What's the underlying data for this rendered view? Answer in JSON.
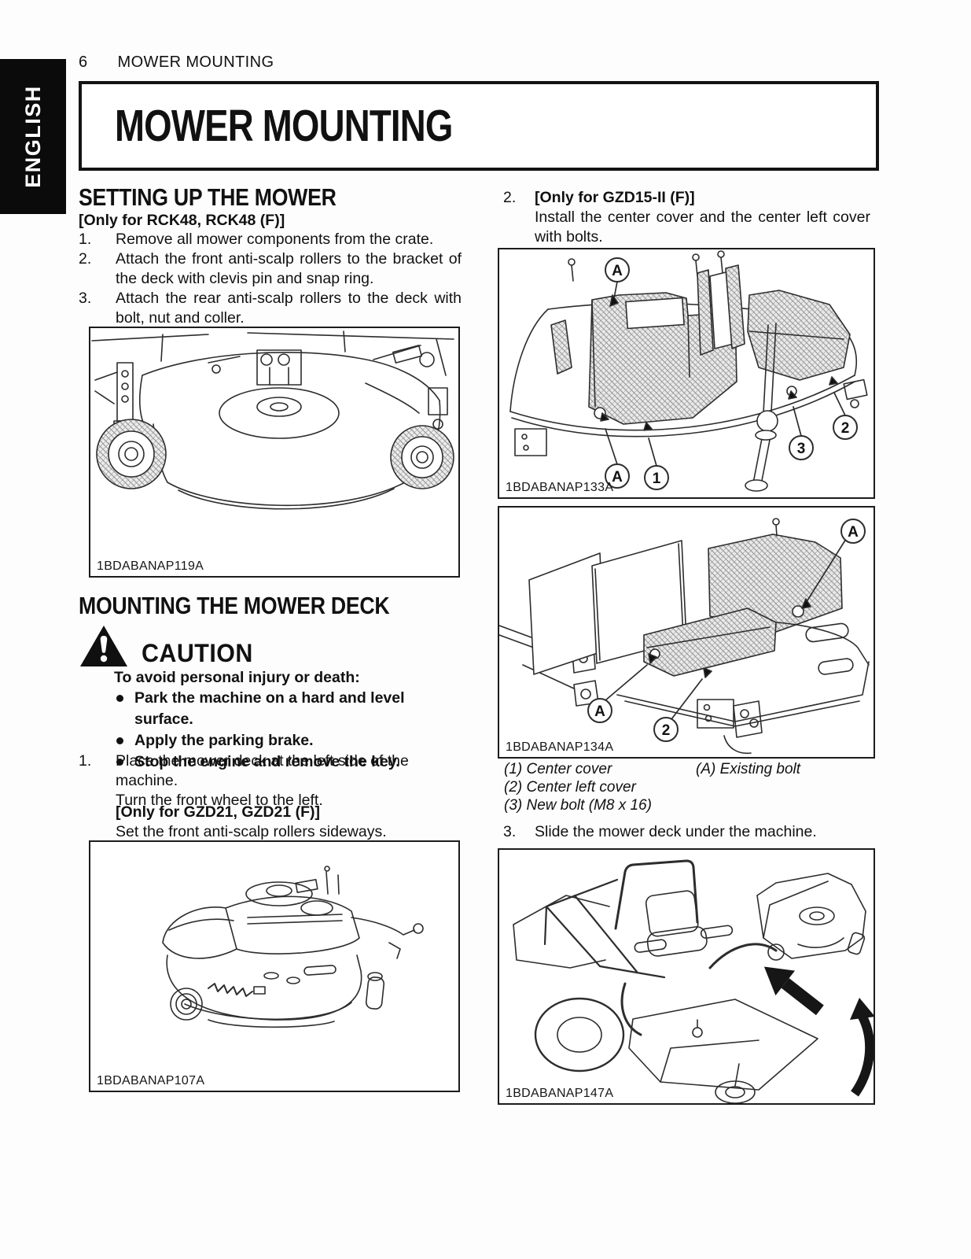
{
  "tab": {
    "label": "ENGLISH"
  },
  "header": {
    "page_number": "6",
    "running_title": "MOWER MOUNTING"
  },
  "title": "MOWER MOUNTING",
  "left": {
    "h_setting": "SETTING UP THE MOWER",
    "only_rck": "[Only for RCK48, RCK48 (F)]",
    "steps": [
      {
        "num": "1.",
        "text": "Remove all mower components from the crate."
      },
      {
        "num": "2.",
        "text": "Attach the front anti-scalp rollers to the bracket of the deck with clevis pin and snap ring."
      },
      {
        "num": "3.",
        "text": "Attach the rear anti-scalp rollers to the deck with bolt, nut and coller."
      }
    ],
    "fig119_caption": "1BDABANAP119A",
    "h_mounting": "MOUNTING THE MOWER DECK",
    "caution_label": "CAUTION",
    "caution_intro": "To avoid personal injury or death:",
    "caution_bullets": [
      "Park the machine on a hard and level surface.",
      "Apply the parking brake.",
      "Stop the engine and remove the key."
    ],
    "step1_num": "1.",
    "step1_line1": "Place the mower deck at the left side of the machine.",
    "step1_line2": "Turn the front wheel to the left.",
    "only_gzd21": "[Only for GZD21, GZD21 (F)]",
    "gzd21_text": "Set the front anti-scalp rollers sideways.",
    "fig107_caption": "1BDABANAP107A"
  },
  "right": {
    "step2_num": "2.",
    "only_gzd15": "[Only for GZD15-II (F)]",
    "step2_text": "Install the center cover and the center left cover with bolts.",
    "fig133_caption": "1BDABANAP133A",
    "fig134_caption": "1BDABANAP134A",
    "callout_a": "A",
    "callout_1": "1",
    "callout_2": "2",
    "callout_3": "3",
    "legend": [
      "(1) Center cover",
      "(2) Center left cover",
      "(3) New bolt (M8 x 16)"
    ],
    "legend_right": "(A) Existing bolt",
    "step3_num": "3.",
    "step3_text": "Slide the mower deck under the machine.",
    "fig147_caption": "1BDABANAP147A"
  }
}
